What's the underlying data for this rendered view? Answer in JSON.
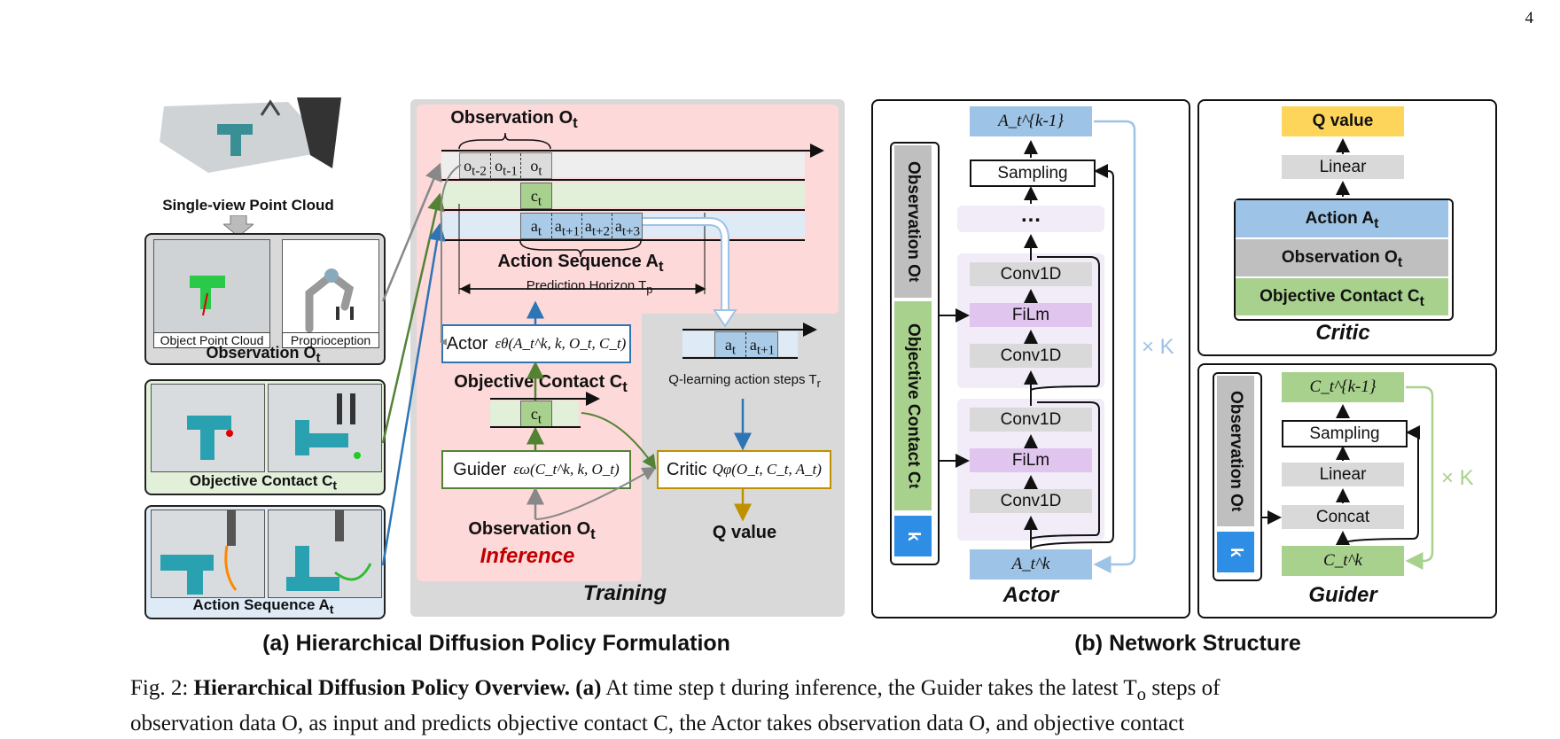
{
  "page_number": "4",
  "left": {
    "point_cloud_label": "Single-view Point Cloud",
    "object_point_cloud": "Object Point Cloud",
    "proprioception": "Proprioception",
    "observation": "Observation O",
    "observation_sub": "t",
    "objective_contact": "Objective Contact C",
    "objective_contact_sub": "t",
    "action_sequence": "Action Sequence A",
    "action_sequence_sub": "t"
  },
  "training": {
    "title": "Training",
    "inference": "Inference",
    "obs_top": "Observation O",
    "obs_top_sub": "t",
    "cells_o": [
      "o",
      "o",
      "o"
    ],
    "cells_o_sub": [
      "t-2",
      "t-1",
      "t"
    ],
    "cell_c": "c",
    "cell_c_sub": "t",
    "cells_a": [
      "a",
      "a",
      "a",
      "a"
    ],
    "cells_a_sub": [
      "t",
      "t+1",
      "t+2",
      "t+3"
    ],
    "action_seq": "Action Sequence A",
    "action_seq_sub": "t",
    "horizon": "Prediction Horizon T",
    "horizon_sub": "p",
    "actor_label": "Actor",
    "actor_formula": "εθ(A_t^k, k, O_t, C_t)",
    "obj_contact": "Objective Contact C",
    "obj_contact_sub": "t",
    "guider_label": "Guider",
    "guider_formula": "εω(C_t^k, k, O_t)",
    "obs_bottom": "Observation O",
    "obs_bottom_sub": "t",
    "qsteps": "Q-learning action steps T",
    "qsteps_sub": "r",
    "q_cells": [
      "a",
      "a"
    ],
    "q_cells_sub": [
      "t",
      "t+1"
    ],
    "critic_label": "Critic",
    "critic_formula": "Qφ(O_t, C_t, A_t)",
    "q_value": "Q value"
  },
  "actor_net": {
    "title": "Actor",
    "side_obs": "Observation O",
    "side_obs_sub": "t",
    "side_contact": "Objective Contact C",
    "side_contact_sub": "t",
    "side_k": "k",
    "top": "A_t^{k-1}",
    "sampling": "Sampling",
    "dots": "…",
    "layers1": [
      "Conv1D",
      "FiLm",
      "Conv1D"
    ],
    "layers2": [
      "Conv1D",
      "FiLm",
      "Conv1D"
    ],
    "bottom": "A_t^k",
    "repeat": "× K"
  },
  "critic_net": {
    "title": "Critic",
    "q_value": "Q value",
    "linear": "Linear",
    "action": "Action A",
    "action_sub": "t",
    "observation": "Observation O",
    "observation_sub": "t",
    "contact": "Objective Contact C",
    "contact_sub": "t"
  },
  "guider_net": {
    "title": "Guider",
    "side_obs": "Observation O",
    "side_obs_sub": "t",
    "side_k": "k",
    "top": "C_t^{k-1}",
    "sampling": "Sampling",
    "linear": "Linear",
    "concat": "Concat",
    "bottom": "C_t^k",
    "repeat": "× K"
  },
  "subtitles": {
    "a": "(a) Hierarchical Diffusion Policy Formulation",
    "b": "(b) Network Structure"
  },
  "caption": {
    "fig": "Fig. 2:",
    "bold": "Hierarchical Diffusion Policy Overview.",
    "a_tag": "(a)",
    "text": "At time step t during inference, the Guider takes the latest T",
    "text_sub": "o",
    "text2": " steps of",
    "line2": "observation data O, as input and predicts objective contact C, the Actor takes observation data O, and objective contact"
  },
  "colors": {
    "pink": "#fdd9d9",
    "gray_panel": "#d9d9d9",
    "blue": "#a9cbe8",
    "green": "#a8d18d",
    "purple": "#e6d3f1",
    "yellow": "#fdd55b",
    "light_gray": "#d9d9d9"
  }
}
